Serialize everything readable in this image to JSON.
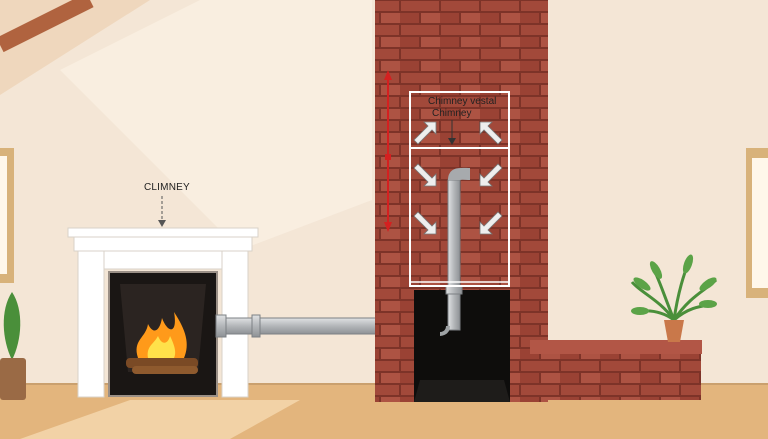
{
  "labels": {
    "fireplace_label": "CLIMNEY",
    "chimney_vent_label": "Chimney vestal",
    "chimney_label": "Chimney"
  },
  "colors": {
    "wall": "#f4e6d6",
    "brick": "#a2493a",
    "mortar": "#7d3328",
    "floor": "#e3b57d",
    "mantel": "#ffffff",
    "pipe": "#b9bcbf",
    "measure_line": "#d42020",
    "flame": "#ff9a1a"
  },
  "icons": [
    "fire-icon",
    "plant-icon",
    "arrow-icon",
    "window-icon"
  ]
}
